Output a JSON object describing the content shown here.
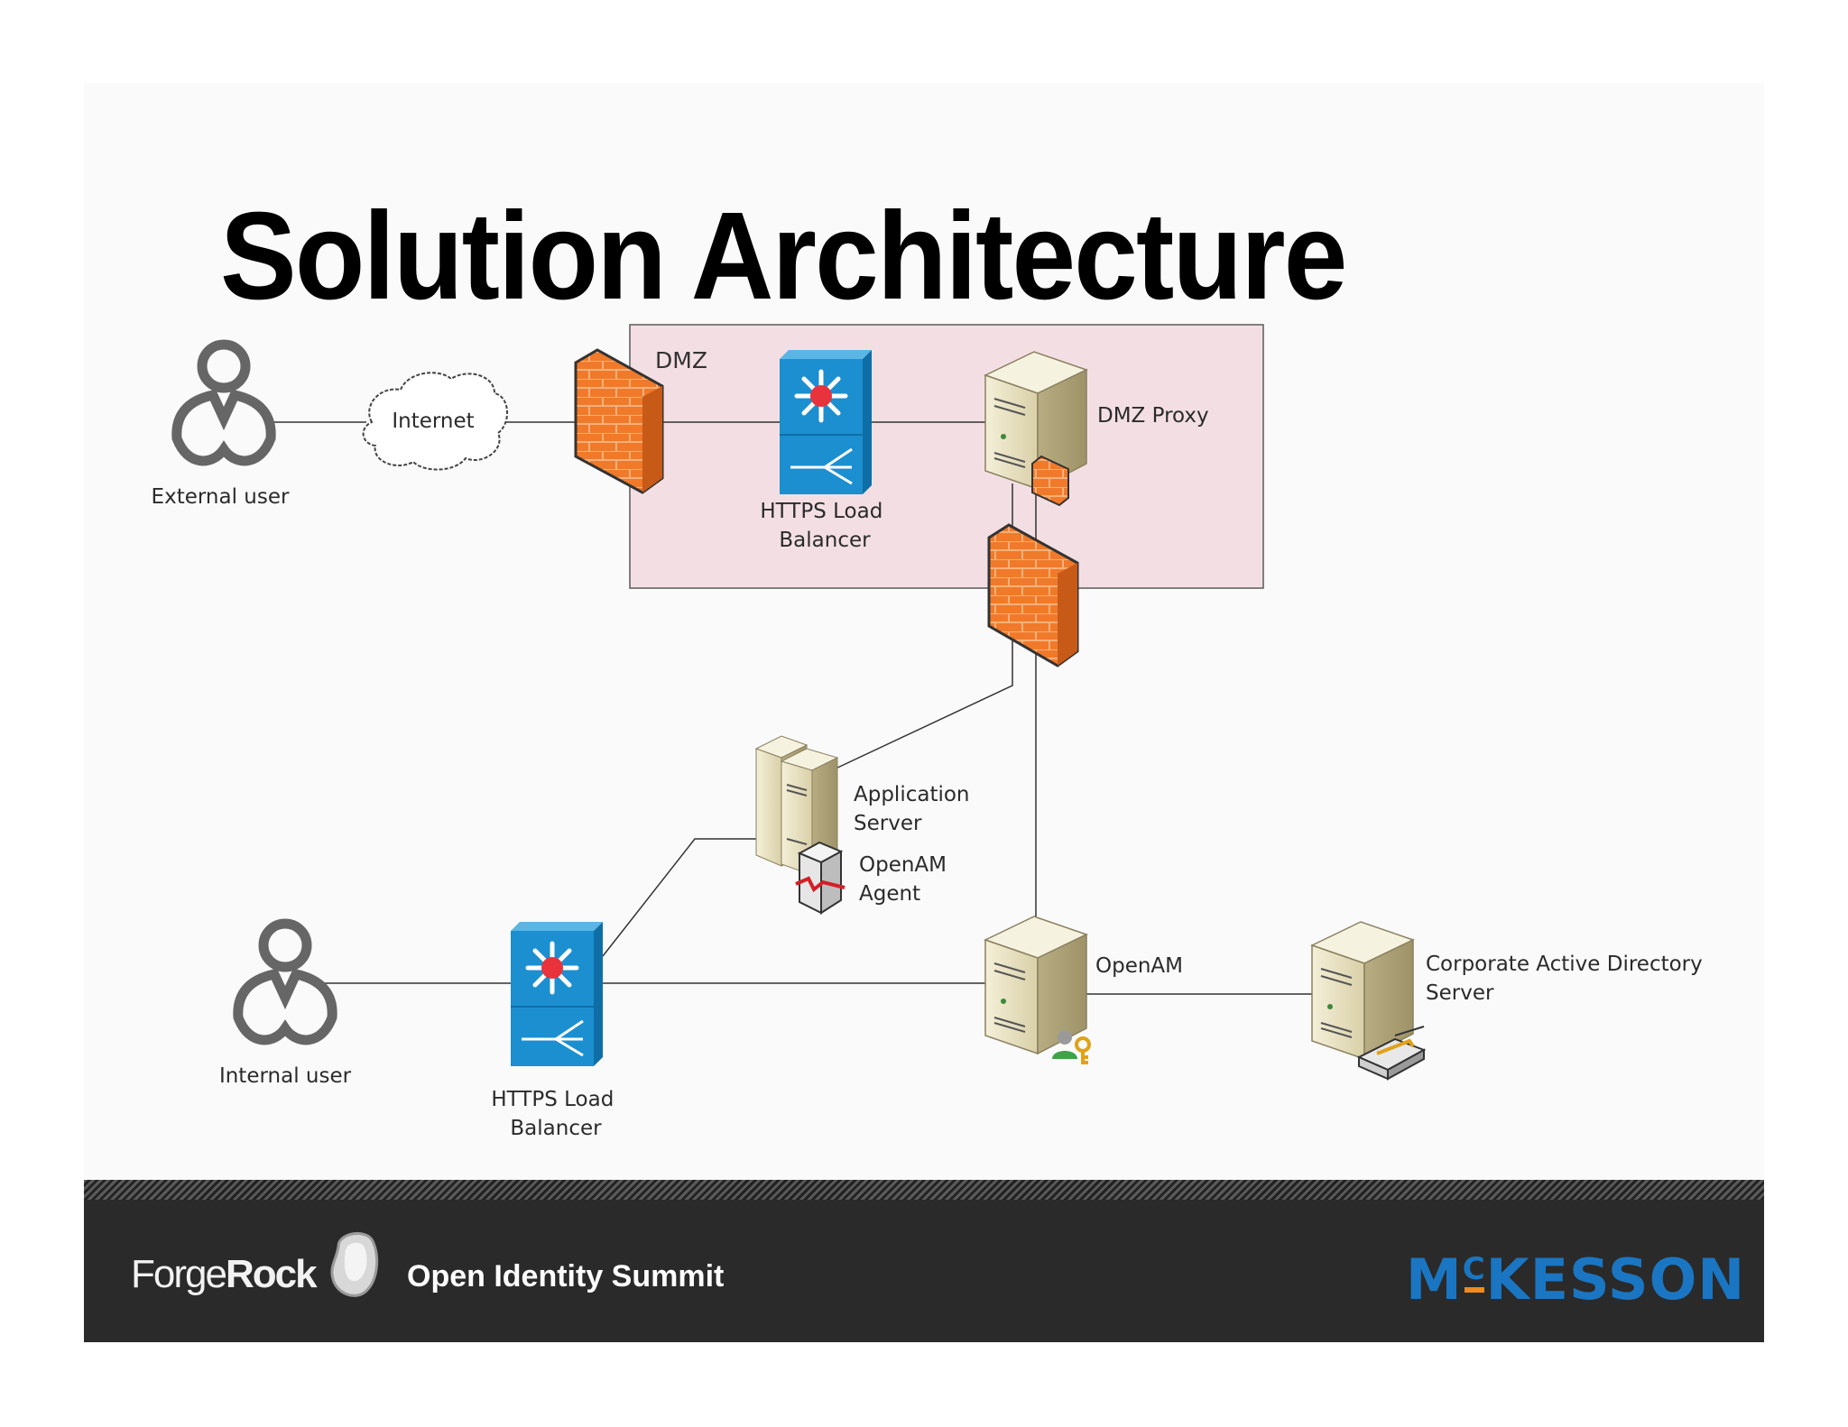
{
  "slide": {
    "title": "Solution Architecture"
  },
  "diagram": {
    "zone_label": "DMZ",
    "nodes": {
      "external_user": "External user",
      "internet": "Internet",
      "dmz_load_balancer": "HTTPS Load\nBalancer",
      "dmz_proxy": "DMZ Proxy",
      "application_server": "Application\nServer",
      "openam_agent": "OpenAM\nAgent",
      "internal_user": "Internal user",
      "internal_load_balancer": "HTTPS Load\nBalancer",
      "openam": "OpenAM",
      "active_directory": "Corporate Active Directory\nServer"
    },
    "icons": {
      "user": "user-icon",
      "cloud": "cloud-icon",
      "firewall": "firewall-icon",
      "load_balancer": "load-balancer-icon",
      "server": "server-icon",
      "server_cluster": "server-cluster-icon",
      "agent": "agent-icon",
      "key": "key-icon",
      "directory": "directory-icon"
    },
    "colors": {
      "dmz_fill": "#f3dfe3",
      "firewall": "#f07a2a",
      "load_balancer": "#1b8fd0",
      "server": "#e6dfbf"
    }
  },
  "footer": {
    "brand_light": "Forge",
    "brand_bold": "Rock",
    "event": "Open Identity Summit",
    "sponsor_prefix": "M",
    "sponsor_sup": "C",
    "sponsor_rest": "KESSON",
    "sponsor_color": "#1a76c2"
  }
}
